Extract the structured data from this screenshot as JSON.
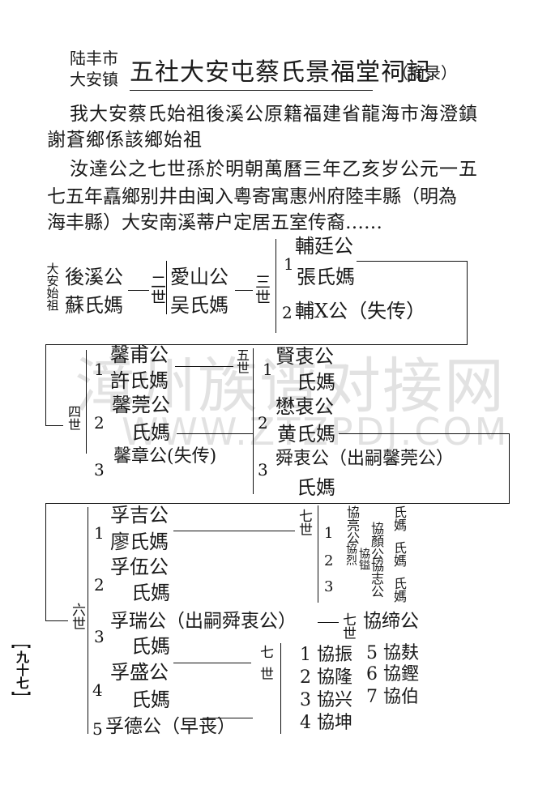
{
  "header": {
    "place_top": "陆丰市",
    "place_bottom": "大安镇",
    "title": "五社大安屯蔡氏景福堂祠記",
    "note": "（摘录）"
  },
  "body": {
    "line1": "我大安蔡氏始祖後溪公原籍福建省龍海市海澄鎮",
    "line2": "謝蒼鄉係該鄉始祖",
    "line3": "汝達公之七世孫於明朝萬曆三年乙亥岁公元一五",
    "line4": "七五年嚞鄉别井由闽入粵寄寓惠州府陸丰縣（明為",
    "line5": "海丰縣）大安南溪蒂户定居五室传裔……"
  },
  "gen1": {
    "side_label": "大安始祖",
    "father": "後溪公",
    "mother": "蘇氏媽",
    "gen_label": "二世"
  },
  "gen2": {
    "father": "愛山公",
    "mother": "吴氏媽",
    "gen_label": "三世"
  },
  "gen3": {
    "n1": "1",
    "c1_father": "輔廷公",
    "c1_mother": "張氏媽",
    "n2": "2",
    "c2": "輔Ⅹ公（失传）"
  },
  "gen4": {
    "gen_label": "四世",
    "n1": "1",
    "c1_father": "馨甫公",
    "c1_mother": "許氏媽",
    "n2": "2",
    "c2_father": "馨莞公",
    "c2_mother": "氏媽",
    "n3": "3",
    "c3": "馨章公(失传)",
    "next_label": "五世"
  },
  "gen5": {
    "n1": "1",
    "c1_father": "賢衷公",
    "c1_mother": "氏媽",
    "n2": "2",
    "c2_father": "懋衷公",
    "c2_mother": "黄氏媽",
    "n3": "3",
    "c3_father": "舜衷公（出嗣馨莞公）",
    "c3_mother": "氏媽"
  },
  "gen6": {
    "gen_label": "六世",
    "n1": "1",
    "c1_father": "孚吉公",
    "c1_mother": "廖氏媽",
    "next1": "七世",
    "n2": "2",
    "c2_father": "孚伍公",
    "c2_mother": "氏媽",
    "n3": "3",
    "c3": "孚瑞公（出嗣舜衷公）",
    "n4": "4",
    "c4_father": "孚盛公",
    "c4_mother": "氏媽",
    "next4": "七世",
    "n5": "5",
    "c5": "孚德公（早丧）"
  },
  "gen7a": {
    "n1": "1",
    "c1": "協亮公",
    "c1m": "氏媽",
    "n2": "2",
    "c2": "協顏公",
    "c2m": "氏媽",
    "n3": "3",
    "c3a": "協烈",
    "c3b": "協镒",
    "c3c": "協志公",
    "c3m": "氏媽"
  },
  "gen7b": {
    "gen_label": "七世",
    "child": "協缔公"
  },
  "gen7c": {
    "k1": "1 協振",
    "k2": "2 協隆",
    "k3": "3 協兴",
    "k4": "4 協坤",
    "k5": "5 協麸",
    "k6": "6 協鏗",
    "k7": "7 協伯"
  },
  "page_number": "九十七",
  "watermark": {
    "cn": "漳州族谱对接网",
    "en": "WWW.ZTZPDJ.COM"
  }
}
